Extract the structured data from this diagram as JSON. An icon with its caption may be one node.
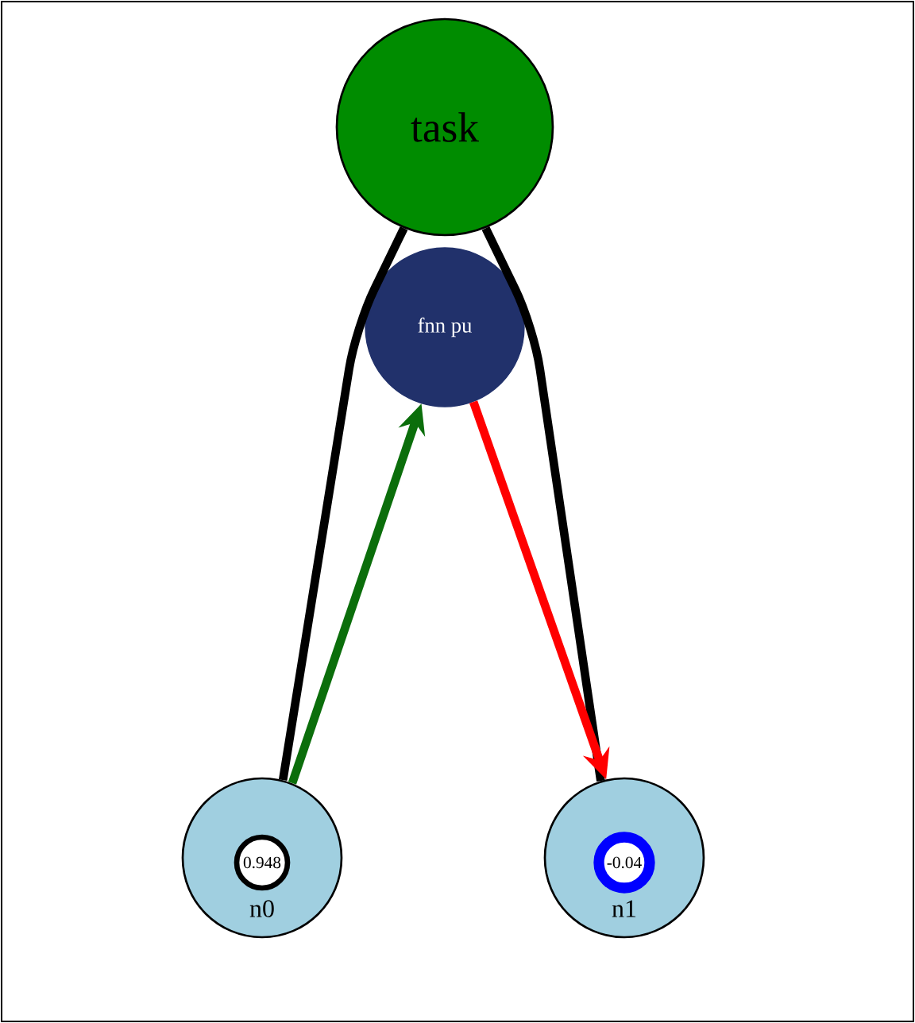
{
  "diagram": {
    "nodes": [
      {
        "text": [
          "task"
        ]
      },
      {
        "text": [
          "fnn pu"
        ]
      },
      {
        "text": [
          "n0"
        ]
      },
      {
        "text": [
          "0.948"
        ],
        "in": 2
      },
      {
        "text": [
          "n1"
        ]
      },
      {
        "text": [
          "-0.04"
        ],
        "in": 4
      }
    ],
    "edges": [
      {
        "from": 0,
        "to": 2,
        "arrow": "none"
      },
      {
        "from": 0,
        "to": 4,
        "arrow": "none"
      },
      {
        "from": 2,
        "to": 1,
        "arrow": "to",
        "color": "#0b6e0b"
      },
      {
        "from": 1,
        "to": 4,
        "arrow": "to",
        "color": "#ff0000"
      }
    ]
  }
}
